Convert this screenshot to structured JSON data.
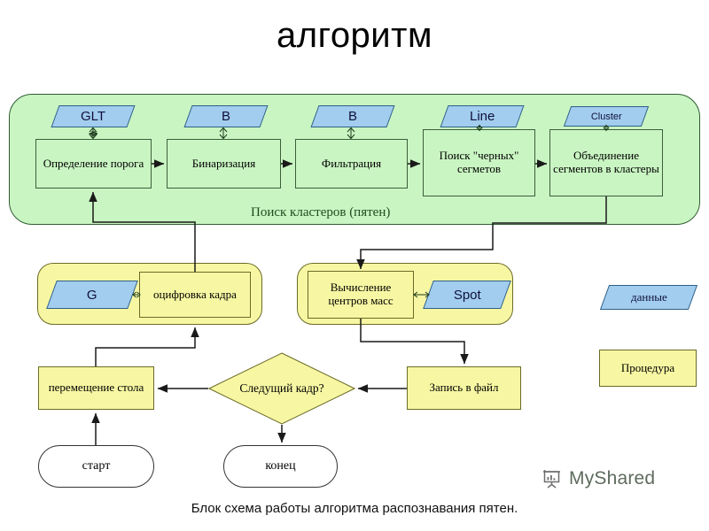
{
  "title": "алгоритм",
  "caption": "Блок схема работы алгоритма распознавания пятен.",
  "watermark": {
    "text": "MyShared",
    "icon": "presentation-chart-icon"
  },
  "colors": {
    "group_green_fill": "#c9f5c2",
    "group_green_stroke": "#2f5d33",
    "group_yellow_fill": "#f7f7a3",
    "group_yellow_stroke": "#6b6b28",
    "data_fill": "#a2cdee",
    "data_stroke": "#2e5f86",
    "terminator_fill": "#ffffff",
    "connector": "#222222",
    "title_color": "#000000"
  },
  "cluster_group": {
    "label": "Поиск кластеров (пятен)",
    "steps": [
      {
        "id": "threshold",
        "label": "Определение порога",
        "data": "GLT"
      },
      {
        "id": "binarization",
        "label": "Бинаризация",
        "data": "B"
      },
      {
        "id": "filtration",
        "label": "Фильтрация",
        "data": "B"
      },
      {
        "id": "black-segments",
        "label": "Поиск \"черных\" сегметов",
        "data": "Line"
      },
      {
        "id": "merge-clusters",
        "label": "Объединение сегментов в кластеры",
        "data": "Cluster"
      }
    ]
  },
  "digitize_group": {
    "proc_label": "оцифровка кадра",
    "data_label": "G"
  },
  "centroid_group": {
    "proc_label": "Вычисление центров масс",
    "data_label": "Spot"
  },
  "flow": {
    "table_move": "перемещение стола",
    "decision": "Следущий кадр?",
    "write_file": "Запись в файл",
    "start": "старт",
    "end": "конец"
  },
  "legend": {
    "data_label": "данные",
    "procedure_label": "Процедура"
  }
}
